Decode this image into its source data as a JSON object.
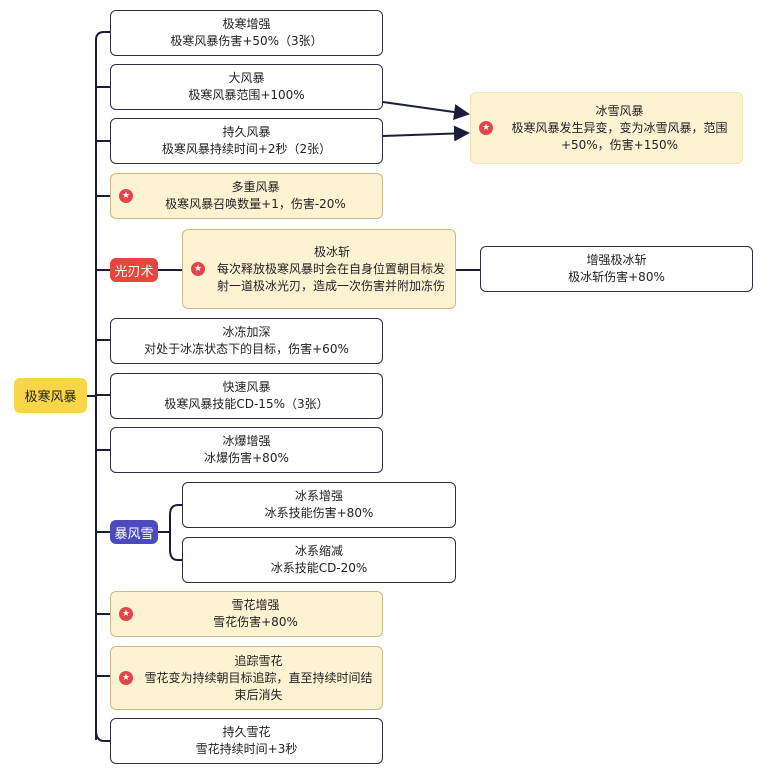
{
  "root": {
    "label": "极寒风暴"
  },
  "branch_labels": {
    "blade": "光刃术",
    "blizzard": "暴风雪"
  },
  "nodes": {
    "n1": {
      "title": "极寒增强",
      "desc": "极寒风暴伤害+50%（3张）"
    },
    "n2": {
      "title": "大风暴",
      "desc": "极寒风暴范围+100%"
    },
    "n3": {
      "title": "持久风暴",
      "desc": "极寒风暴持续时间+2秒（2张）"
    },
    "n4": {
      "title": "多重风暴",
      "desc": "极寒风暴召唤数量+1，伤害-20%"
    },
    "n5": {
      "title": "极冰斩",
      "desc": "每次释放极寒风暴时会在自身位置朝目标发射一道极冰光刃，造成一次伤害并附加冻伤"
    },
    "n6": {
      "title": "增强极冰斩",
      "desc": "极冰斩伤害+80%"
    },
    "n7": {
      "title": "冰冻加深",
      "desc": "对处于冰冻状态下的目标，伤害+60%"
    },
    "n8": {
      "title": "快速风暴",
      "desc": "极寒风暴技能CD-15%（3张）"
    },
    "n9": {
      "title": "冰爆增强",
      "desc": "冰爆伤害+80%"
    },
    "n10": {
      "title": "冰系增强",
      "desc": "冰系技能伤害+80%"
    },
    "n11": {
      "title": "冰系缩减",
      "desc": "冰系技能CD-20%"
    },
    "n12": {
      "title": "雪花增强",
      "desc": "雪花伤害+80%"
    },
    "n13": {
      "title": "追踪雪花",
      "desc": "雪花变为持续朝目标追踪，直至持续时间结束后消失"
    },
    "n14": {
      "title": "持久雪花",
      "desc": "雪花持续时间+3秒"
    },
    "n15": {
      "title": "冰雪风暴",
      "desc": "极寒风暴发生异变，变为冰雪风暴，范围+50%，伤害+150%"
    }
  },
  "icons": {
    "highlight_marker": "star-badge-icon"
  },
  "colors": {
    "root": "#f9d648",
    "blade_pill": "#e8453c",
    "blizzard_pill": "#4b4bbf",
    "highlight_fill": "#fdf3d3",
    "star_badge": "#e2454a",
    "line": "#1b1d3a"
  }
}
